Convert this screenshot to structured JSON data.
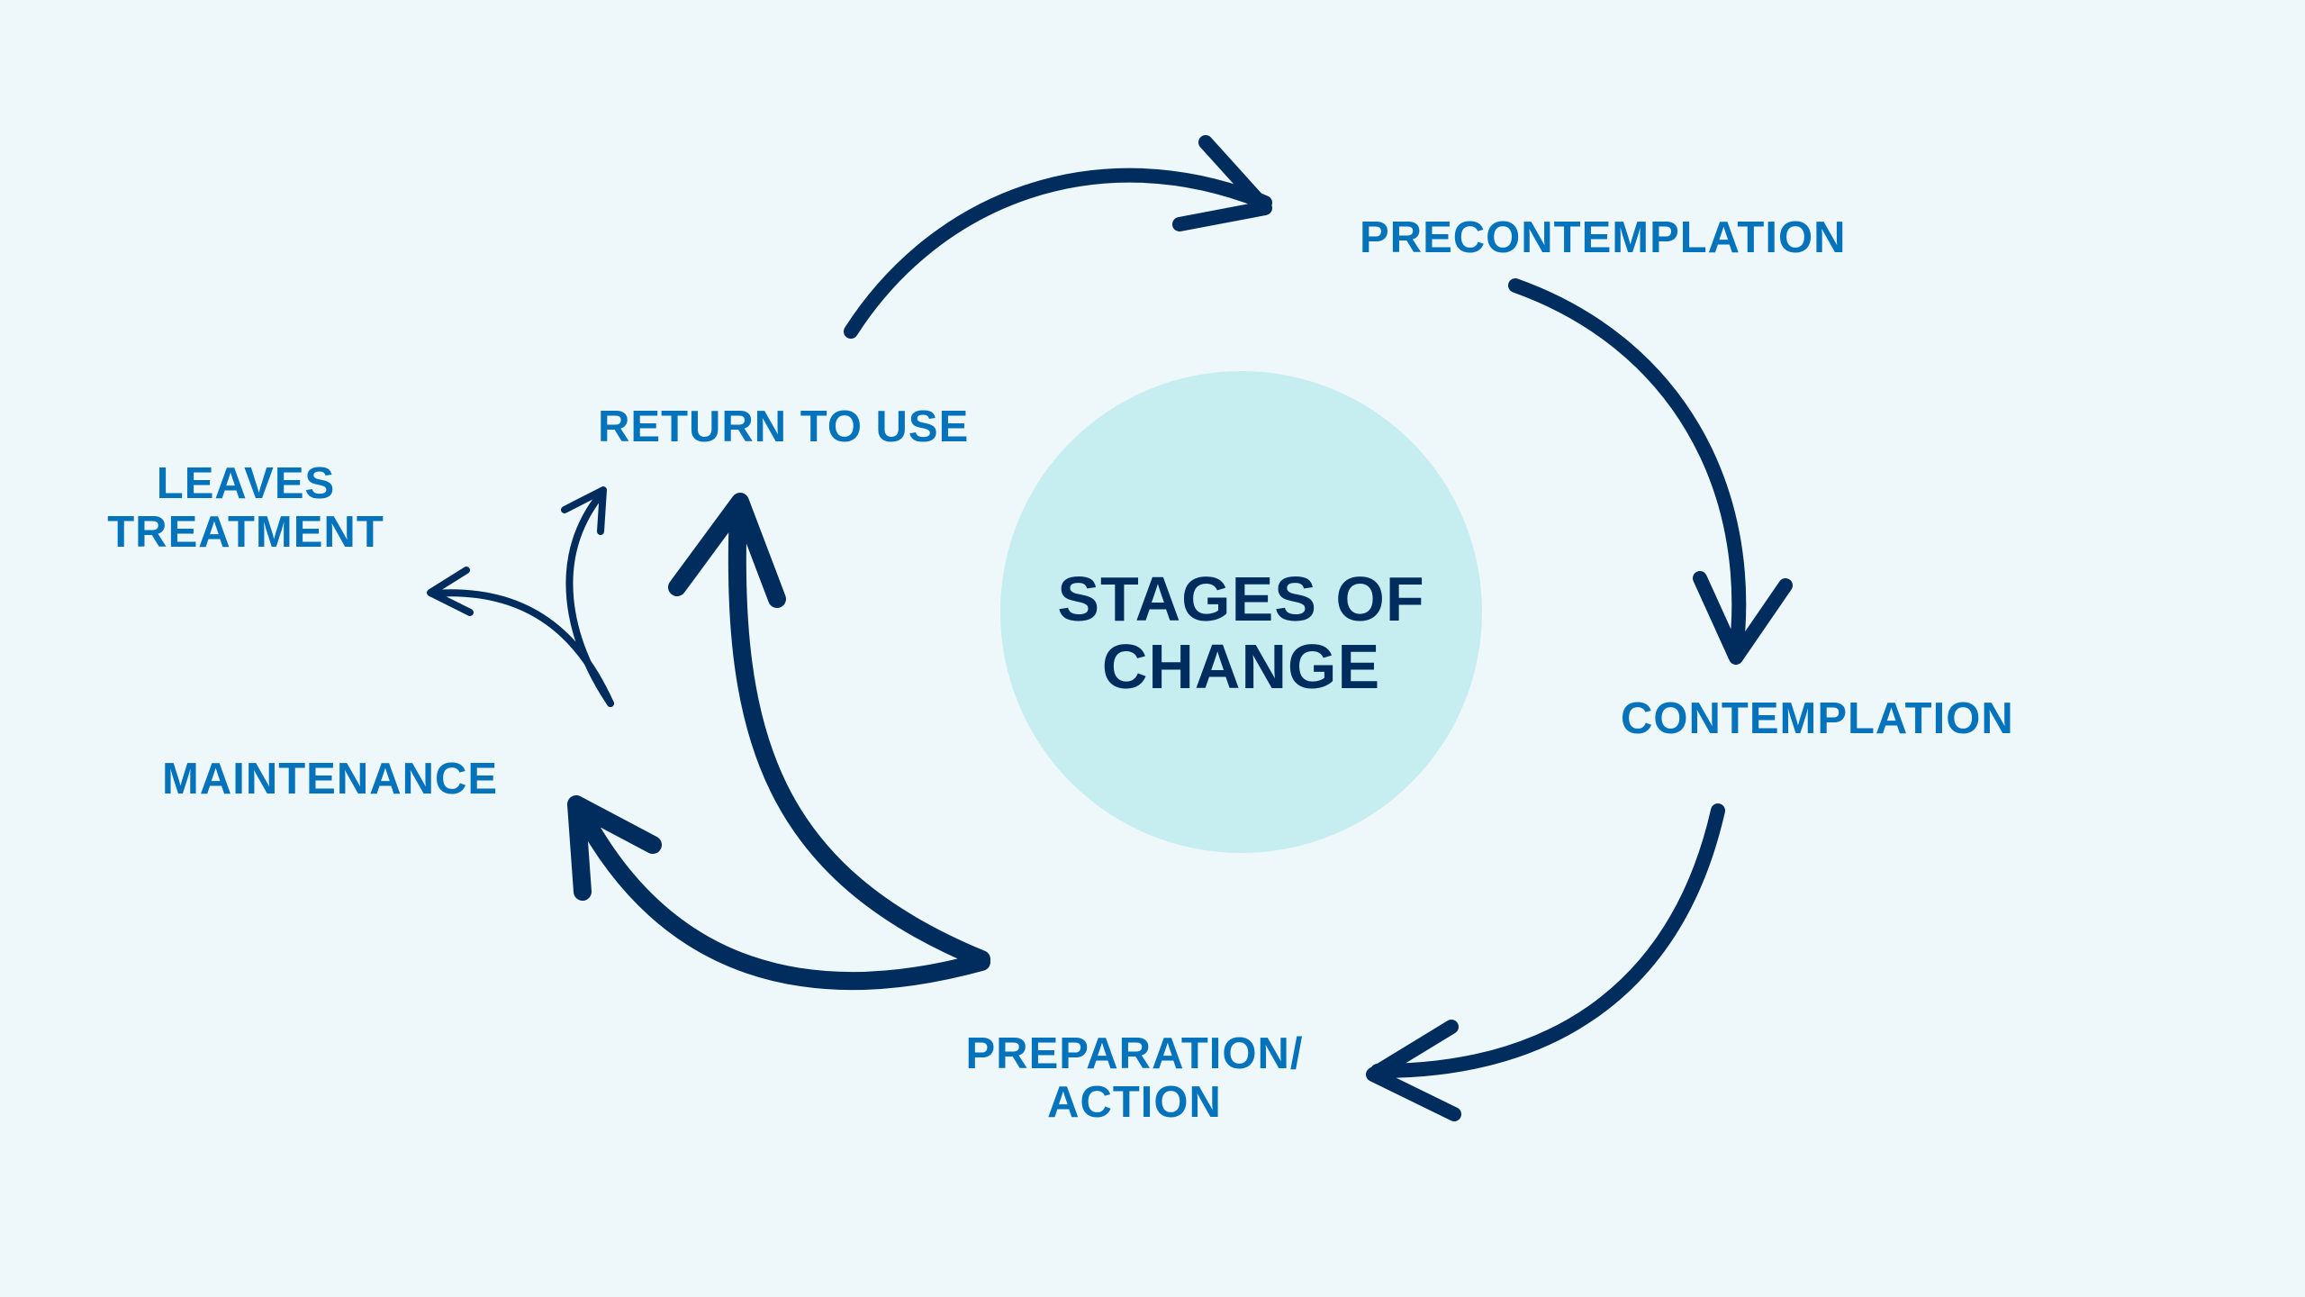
{
  "diagram": {
    "title_lines": [
      "STAGES OF",
      "CHANGE"
    ],
    "stages": {
      "precontemplation": [
        "PRECONTEMPLATION"
      ],
      "contemplation": [
        "CONTEMPLATION"
      ],
      "preparation_action": [
        "PREPARATION/",
        "ACTION"
      ],
      "maintenance": [
        "MAINTENANCE"
      ],
      "return_to_use": [
        "RETURN TO USE"
      ],
      "leaves_treatment": [
        "LEAVES",
        "TREATMENT"
      ]
    },
    "flow": [
      {
        "from": "RETURN TO USE",
        "to": "PRECONTEMPLATION"
      },
      {
        "from": "PRECONTEMPLATION",
        "to": "CONTEMPLATION"
      },
      {
        "from": "CONTEMPLATION",
        "to": "PREPARATION/ACTION"
      },
      {
        "from": "PREPARATION/ACTION",
        "to": "RETURN TO USE"
      },
      {
        "from": "PREPARATION/ACTION",
        "to": "MAINTENANCE"
      },
      {
        "from": "MAINTENANCE",
        "to": "RETURN TO USE"
      },
      {
        "from": "MAINTENANCE",
        "to": "LEAVES TREATMENT"
      }
    ],
    "colors": {
      "background": "#EEF7F9",
      "circle": "#C6EDF0",
      "title": "#002D5E",
      "stage_label": "#0473BB",
      "arrow": "#002D5E"
    }
  }
}
